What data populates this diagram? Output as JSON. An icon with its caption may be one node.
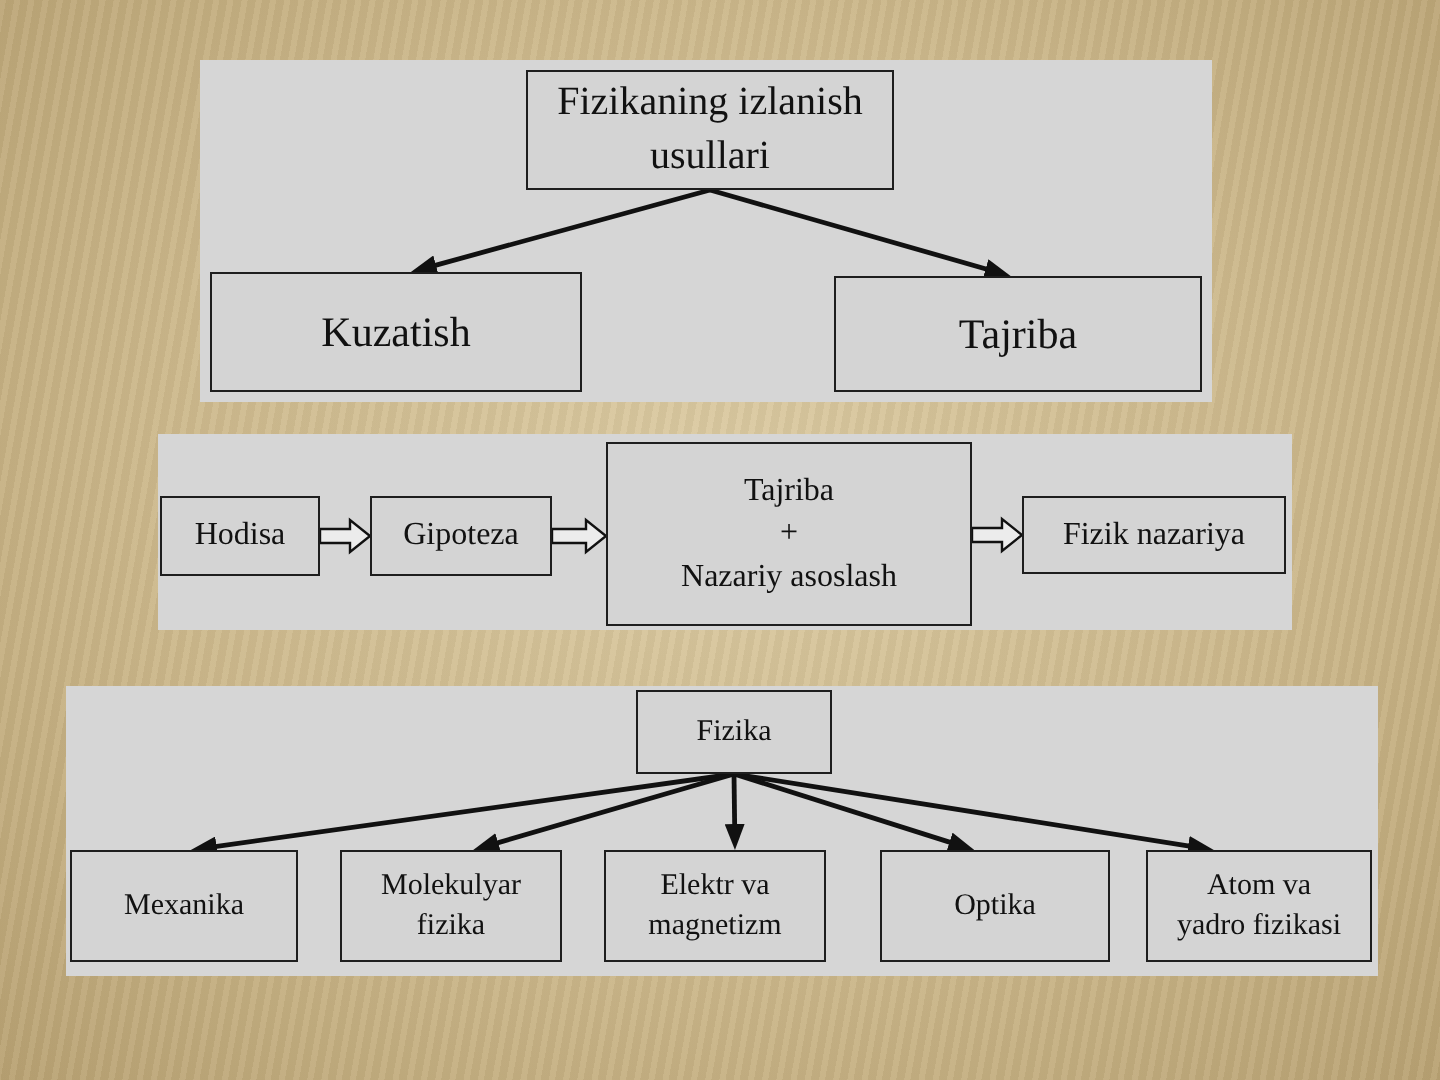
{
  "diagram": {
    "nodes": [
      {
        "text": [],
        "shape": "box"
      },
      {
        "text": [
          "Fizikaning izlanish usullari"
        ],
        "in": 0
      },
      {
        "text": [
          "Kuzatish"
        ],
        "in": 0
      },
      {
        "text": [
          "Tajriba"
        ],
        "in": 0
      },
      {
        "text": [],
        "shape": "box"
      },
      {
        "text": [
          "Hodisa"
        ],
        "in": 4
      },
      {
        "text": [
          "Gipoteza"
        ],
        "in": 4
      },
      {
        "text": [
          "Tajriba",
          "+",
          "Nazariy asoslash"
        ],
        "in": 4
      },
      {
        "text": [
          "Fizik nazariya"
        ],
        "in": 4
      },
      {
        "text": [],
        "shape": "box"
      },
      {
        "text": [
          "Fizika"
        ],
        "in": 9
      },
      {
        "text": [
          "Mexanika"
        ],
        "in": 9
      },
      {
        "text": [
          "Molekulyar fizika"
        ],
        "in": 9
      },
      {
        "text": [
          "Elektr va magnetizm"
        ],
        "in": 9
      },
      {
        "text": [
          "Optika"
        ],
        "in": 9
      },
      {
        "text": [
          "Atom va yadro fizikasi"
        ],
        "in": 9
      }
    ],
    "edges": [
      {
        "from": 1,
        "to": 2,
        "arrow": "to"
      },
      {
        "from": 1,
        "to": 3,
        "arrow": "to"
      },
      {
        "from": 5,
        "to": 6,
        "arrow": "to",
        "style": "thick"
      },
      {
        "from": 6,
        "to": 7,
        "arrow": "to",
        "style": "thick"
      },
      {
        "from": 7,
        "to": 8,
        "arrow": "to",
        "style": "thick"
      },
      {
        "from": 10,
        "to": 11,
        "arrow": "to"
      },
      {
        "from": 10,
        "to": 12,
        "arrow": "to"
      },
      {
        "from": 10,
        "to": 13,
        "arrow": "to"
      },
      {
        "from": 10,
        "to": 14,
        "arrow": "to"
      },
      {
        "from": 10,
        "to": 15,
        "arrow": "to"
      }
    ]
  }
}
